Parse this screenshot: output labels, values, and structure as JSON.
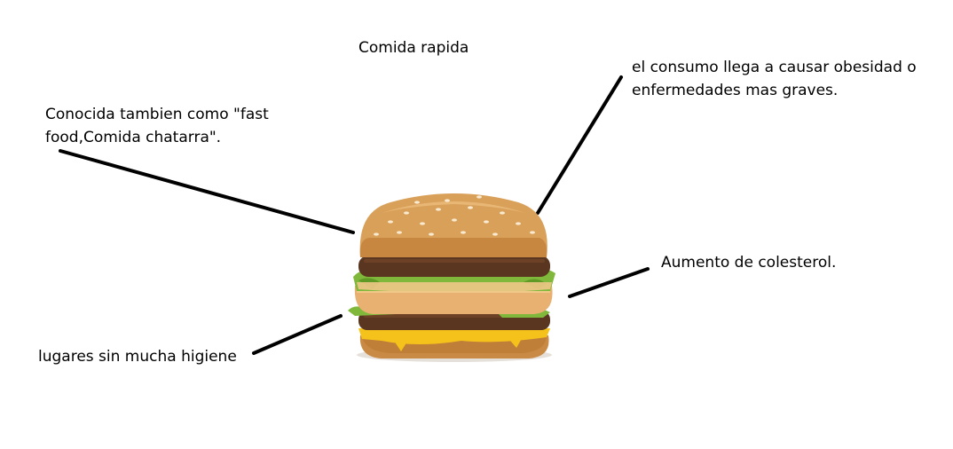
{
  "title": "Comida rapida",
  "annotations": {
    "top_left": [
      "Conocida tambien como \"fast",
      "food,Comida chatarra\"."
    ],
    "top_right": [
      "el consumo llega a causar obesidad o",
      "enfermedades mas graves."
    ],
    "right": "Aumento de colesterol.",
    "bottom_left": "lugares sin mucha higiene"
  },
  "image": {
    "subject": "hamburger-icon",
    "colors": {
      "bun": "#d9a05a",
      "bun_dark": "#b8732c",
      "patty": "#5a3520",
      "lettuce": "#7fb83a",
      "cheese": "#f4c21a",
      "sauce": "#f0c888"
    }
  },
  "connector_color": "#000000"
}
